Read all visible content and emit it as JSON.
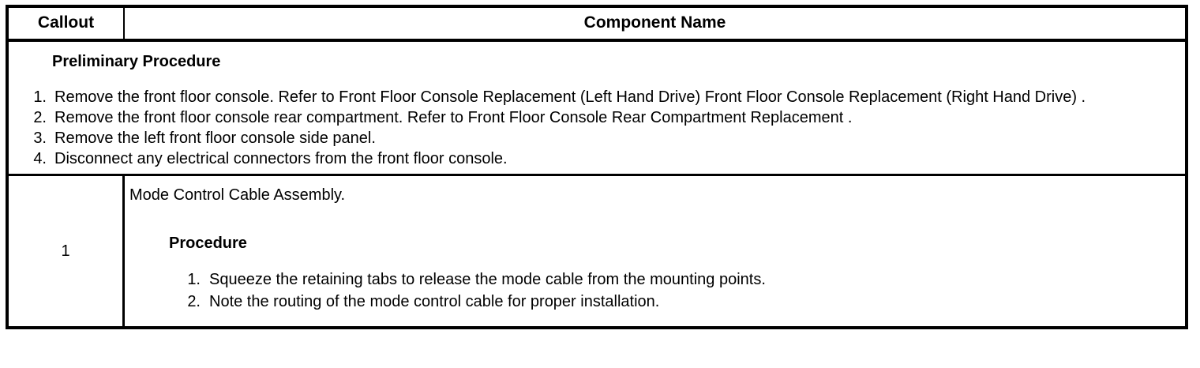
{
  "document": {
    "type": "service-procedure-table"
  },
  "table": {
    "headers": {
      "callout": "Callout",
      "component_name": "Component Name"
    },
    "preliminary": {
      "title": "Preliminary Procedure",
      "steps": [
        {
          "number": "1.",
          "text": "Remove the front floor console. Refer to Front Floor Console Replacement (Left Hand Drive) Front Floor Console Replacement (Right Hand Drive) ."
        },
        {
          "number": "2.",
          "text": "Remove the front floor console rear compartment. Refer to Front Floor Console Rear Compartment Replacement ."
        },
        {
          "number": "3.",
          "text": "Remove the left front floor console side panel."
        },
        {
          "number": "4.",
          "text": "Disconnect any electrical connectors from the front floor console."
        }
      ]
    },
    "rows": [
      {
        "callout": "1",
        "component_name": "Mode Control Cable Assembly.",
        "procedure_title": "Procedure",
        "procedure_steps": [
          {
            "number": "1.",
            "text": "Squeeze the retaining tabs to release the mode cable from the mounting points."
          },
          {
            "number": "2.",
            "text": "Note the routing of the mode control cable for proper installation."
          }
        ]
      }
    ]
  }
}
